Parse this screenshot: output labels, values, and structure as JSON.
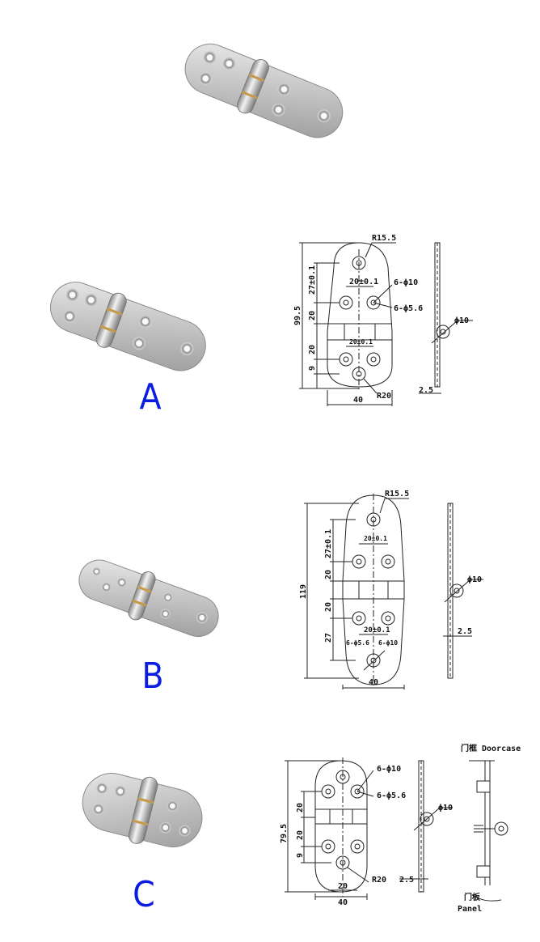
{
  "variants": [
    {
      "letter": "A",
      "dims": {
        "radius_top": "R15.5",
        "spacing_upper": "20±0.1",
        "spacing_lower": "20±0.1",
        "hole_counter": "6-ϕ10",
        "hole_through": "6-ϕ5.6",
        "height_total": "99.5",
        "seg_upper": "27±0.1",
        "seg_mid_upper": "20",
        "seg_mid_lower": "20",
        "seg_lower": "9",
        "radius_bottom": "R20",
        "width": "40",
        "pin": "ϕ10",
        "thickness": "2.5"
      }
    },
    {
      "letter": "B",
      "dims": {
        "radius_top": "R15.5",
        "spacing_upper": "20±0.1",
        "spacing_lower": "20±0.1",
        "hole_counter": "6-ϕ10",
        "hole_through": "6-ϕ5.6",
        "height_total": "119",
        "seg_upper": "27±0.1",
        "seg_mid_upper": "20",
        "seg_mid_lower": "20",
        "seg_lower": "27",
        "width": "40",
        "pin": "ϕ10",
        "thickness": "2.5"
      }
    },
    {
      "letter": "C",
      "dims": {
        "hole_counter": "6-ϕ10",
        "hole_through": "6-ϕ5.6",
        "height_total": "79.5",
        "seg_mid_upper": "20",
        "seg_mid_lower": "20",
        "seg_lower": "9",
        "spacing_lower": "20",
        "radius_bottom": "R20",
        "width": "40",
        "pin": "ϕ10",
        "thickness": "2.5",
        "door_frame_cn": "门框",
        "door_frame_en": "Doorcase",
        "panel_cn": "门板",
        "panel_en": "Panel"
      }
    }
  ],
  "colors": {
    "letter": "#0b1de0",
    "steel": "#c9c9c9",
    "line": "#222222"
  }
}
